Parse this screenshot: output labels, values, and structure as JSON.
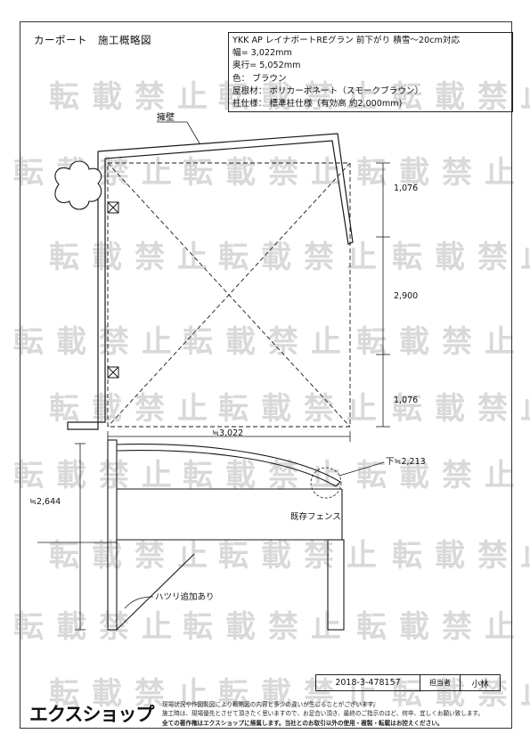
{
  "title": "カーポート　施工概略図",
  "spec": {
    "line1": "YKK AP レイナポートREグラン 前下がり 積雪～20cm対応",
    "line2": "幅= 3,022mm",
    "line3": "奥行= 5,052mm",
    "line4": "色： ブラウン",
    "line5": "屋根材： ポリカーボネート（スモークブラウン）",
    "line6": "柱仕様： 標準柱仕様（有効高 約2,000mm)"
  },
  "labels": {
    "wall": "擁壁",
    "dim_top": "1,076",
    "dim_mid": "2,900",
    "dim_bot": "1,076",
    "width": "≒3,022",
    "down": "下≒2,213",
    "height": "≒2,644",
    "fence": "既存フェンス",
    "hatsuri": "ハツリ追加あり"
  },
  "watermark": "転載禁止",
  "footer": {
    "code": "2018-3-478157",
    "staff_label": "担当者",
    "staff_name": "小林",
    "logo": "エクスショップ",
    "note1": "現場状況や作図製図により概略図の内容と多少の違いが生じることがございます。",
    "note2": "施工時は、現場優先とさせて頂きたく思いますので、お足合い頂き、最終のご指示のほど、何卒、宜しくお願い致します。",
    "note3": "全ての著作権はエクスショップに帰属します。当社とのお取引以外の使用・複製・転載はお控えください。"
  },
  "colors": {
    "line": "#1a1a1a",
    "watermark": "#d9d9d9",
    "tree": "#ffffff"
  }
}
